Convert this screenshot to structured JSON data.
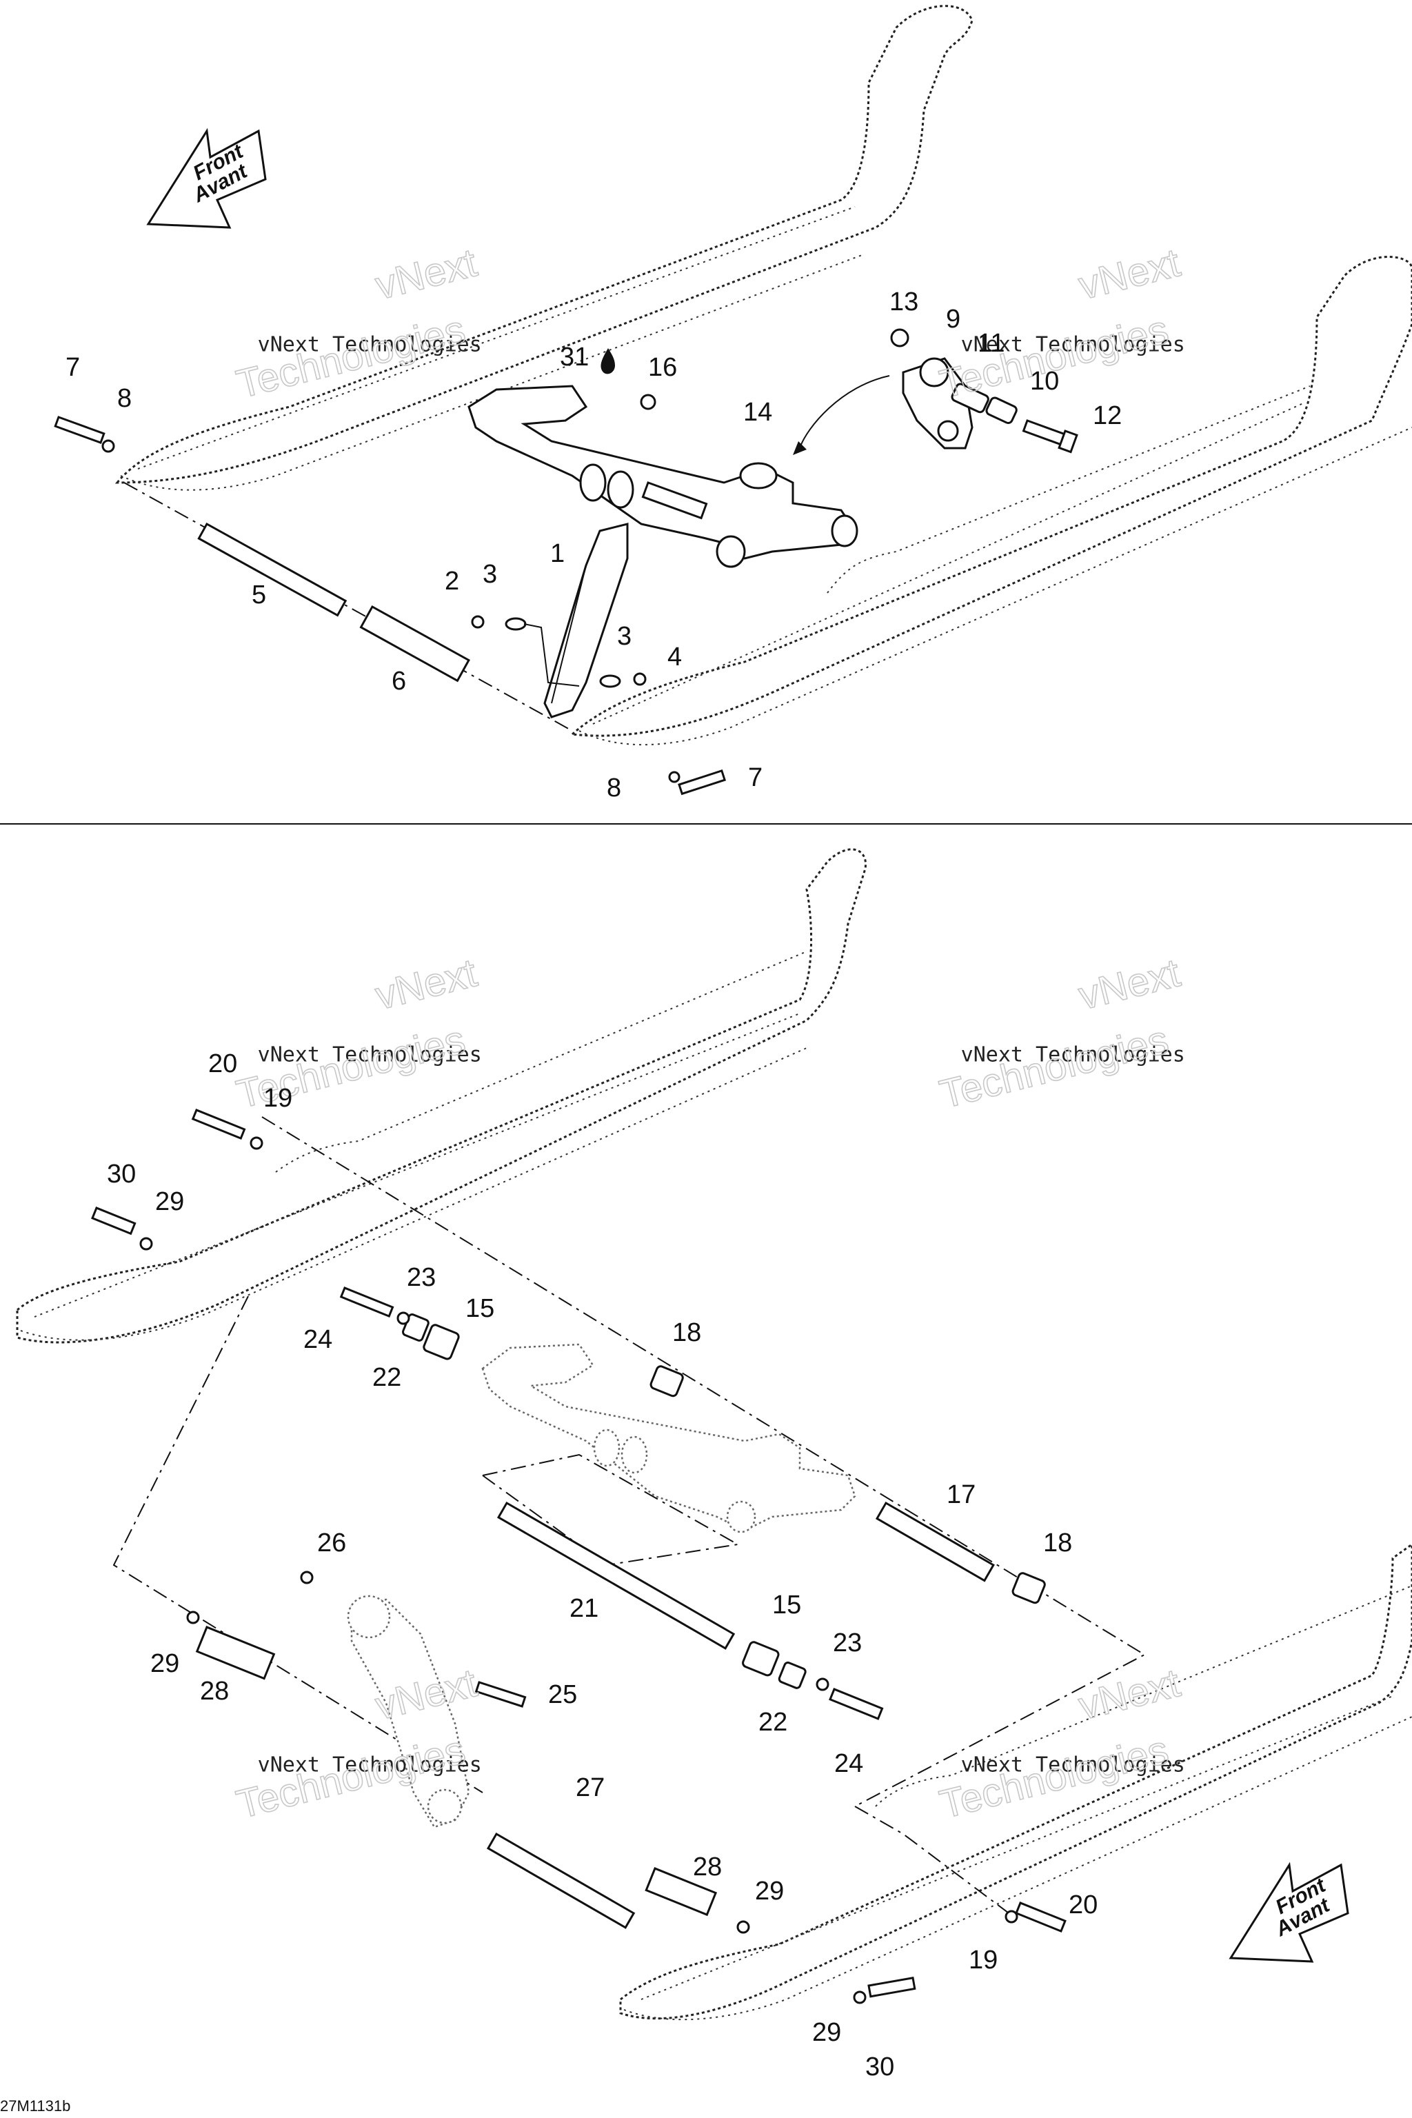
{
  "diagram": {
    "ref_code": "27M1131b",
    "front_arrow": {
      "line1": "Front",
      "line2": "Avant"
    },
    "watermark": {
      "line1": "vNext",
      "line2": "vNext Technologies",
      "line3": "Technologies"
    },
    "callouts": [
      {
        "id": "c7a",
        "label": "7"
      },
      {
        "id": "c8a",
        "label": "8"
      },
      {
        "id": "c31",
        "label": "31"
      },
      {
        "id": "c16",
        "label": "16"
      },
      {
        "id": "c14",
        "label": "14"
      },
      {
        "id": "c13",
        "label": "13"
      },
      {
        "id": "c9",
        "label": "9"
      },
      {
        "id": "c11",
        "label": "11"
      },
      {
        "id": "c10",
        "label": "10"
      },
      {
        "id": "c12",
        "label": "12"
      },
      {
        "id": "c1",
        "label": "1"
      },
      {
        "id": "c5",
        "label": "5"
      },
      {
        "id": "c2",
        "label": "2"
      },
      {
        "id": "c3a",
        "label": "3"
      },
      {
        "id": "c3b",
        "label": "3"
      },
      {
        "id": "c4",
        "label": "4"
      },
      {
        "id": "c6",
        "label": "6"
      },
      {
        "id": "c8b",
        "label": "8"
      },
      {
        "id": "c7b",
        "label": "7"
      },
      {
        "id": "c20a",
        "label": "20"
      },
      {
        "id": "c19a",
        "label": "19"
      },
      {
        "id": "c30a",
        "label": "30"
      },
      {
        "id": "c29a",
        "label": "29"
      },
      {
        "id": "c23a",
        "label": "23"
      },
      {
        "id": "c15a",
        "label": "15"
      },
      {
        "id": "c24a",
        "label": "24"
      },
      {
        "id": "c22a",
        "label": "22"
      },
      {
        "id": "c18a",
        "label": "18"
      },
      {
        "id": "c17",
        "label": "17"
      },
      {
        "id": "c18b",
        "label": "18"
      },
      {
        "id": "c26",
        "label": "26"
      },
      {
        "id": "c21",
        "label": "21"
      },
      {
        "id": "c15b",
        "label": "15"
      },
      {
        "id": "c23b",
        "label": "23"
      },
      {
        "id": "c29b",
        "label": "29"
      },
      {
        "id": "c28a",
        "label": "28"
      },
      {
        "id": "c25",
        "label": "25"
      },
      {
        "id": "c22b",
        "label": "22"
      },
      {
        "id": "c24b",
        "label": "24"
      },
      {
        "id": "c27",
        "label": "27"
      },
      {
        "id": "c28b",
        "label": "28"
      },
      {
        "id": "c29c",
        "label": "29"
      },
      {
        "id": "c20b",
        "label": "20"
      },
      {
        "id": "c19b",
        "label": "19"
      },
      {
        "id": "c29d",
        "label": "29"
      },
      {
        "id": "c30b",
        "label": "30"
      }
    ]
  }
}
